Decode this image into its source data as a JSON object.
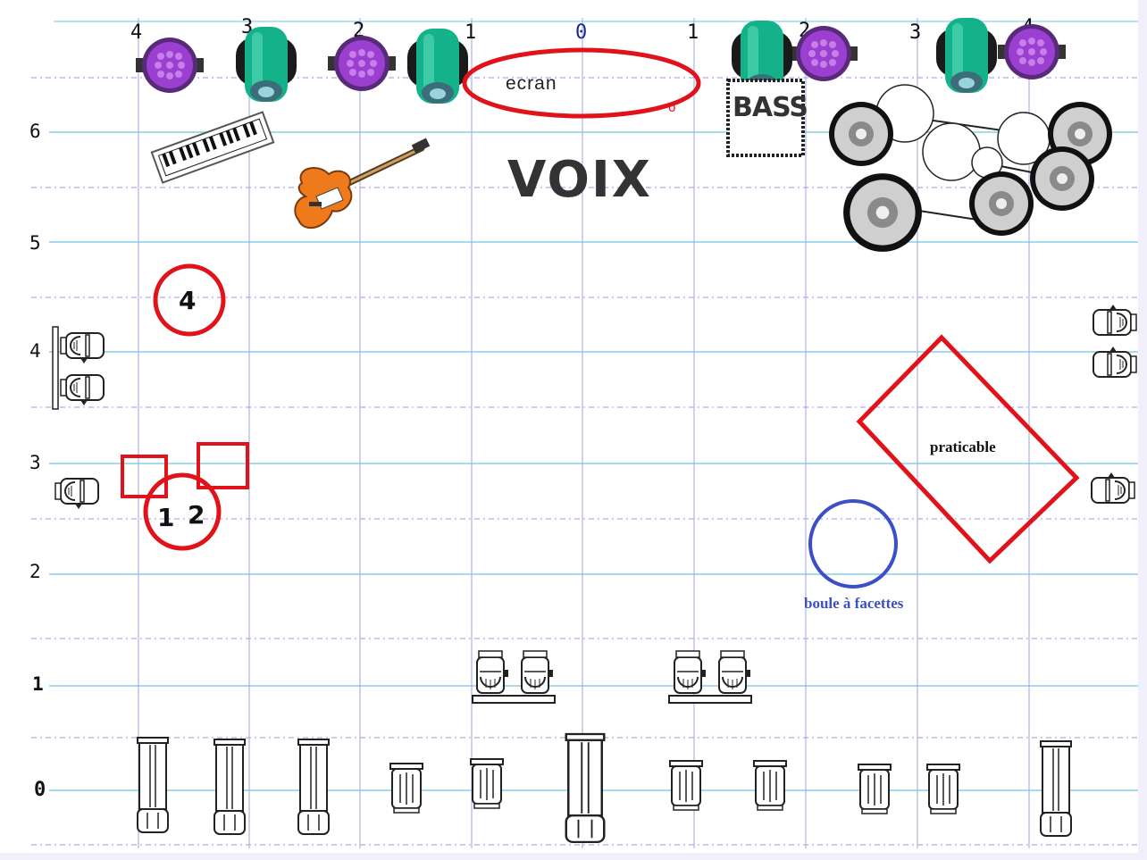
{
  "x_ticks": [
    "4",
    "3",
    "2",
    "1",
    "0",
    "1",
    "2",
    "3",
    "4"
  ],
  "y_ticks": [
    "6",
    "5",
    "4",
    "3",
    "2",
    "1",
    "0"
  ],
  "labels": {
    "screen": "ecran",
    "voice": "VOIX",
    "bass": "BASS",
    "platform": "praticable",
    "mirror_ball": "boule à facettes",
    "position_4": "4",
    "position_1": "1",
    "position_2": "2",
    "dot": "o"
  },
  "colors": {
    "red": "#e0121a",
    "blue": "#3a4fc8",
    "grid_blue": "#6fc4e8",
    "grid_purple": "#b4a6e6",
    "vertical": "#9aa6e4",
    "moving_head": "#13b28a",
    "led_par": "#9a3fd0"
  }
}
